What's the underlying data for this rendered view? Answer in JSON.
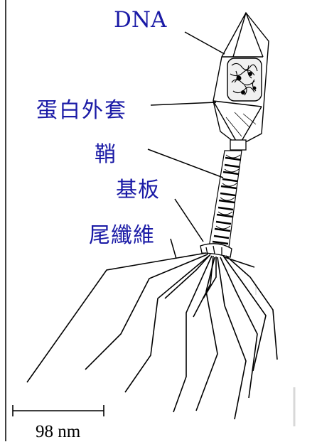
{
  "labels": {
    "dna": "DNA",
    "capsid": "蛋白外套",
    "sheath": "鞘",
    "baseplate": "基板",
    "tail_fibers": "尾纖維"
  },
  "scale_bar": {
    "text": "98 nm"
  },
  "colors": {
    "label_text": "#1a1aa6",
    "line_art": "#000000",
    "background": "#ffffff"
  }
}
